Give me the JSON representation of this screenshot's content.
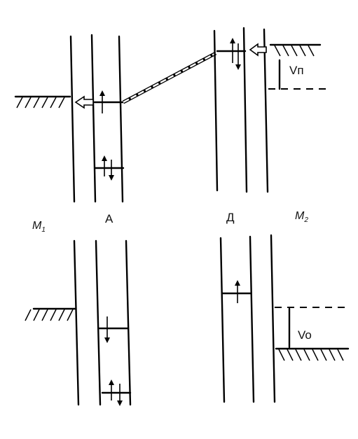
{
  "labels": {
    "m1_letter": "M",
    "m1_sub": "1",
    "a": "А",
    "d": "Д",
    "m2_letter": "M",
    "m2_sub": "2",
    "vp": "Vп",
    "vo": "Vo"
  }
}
